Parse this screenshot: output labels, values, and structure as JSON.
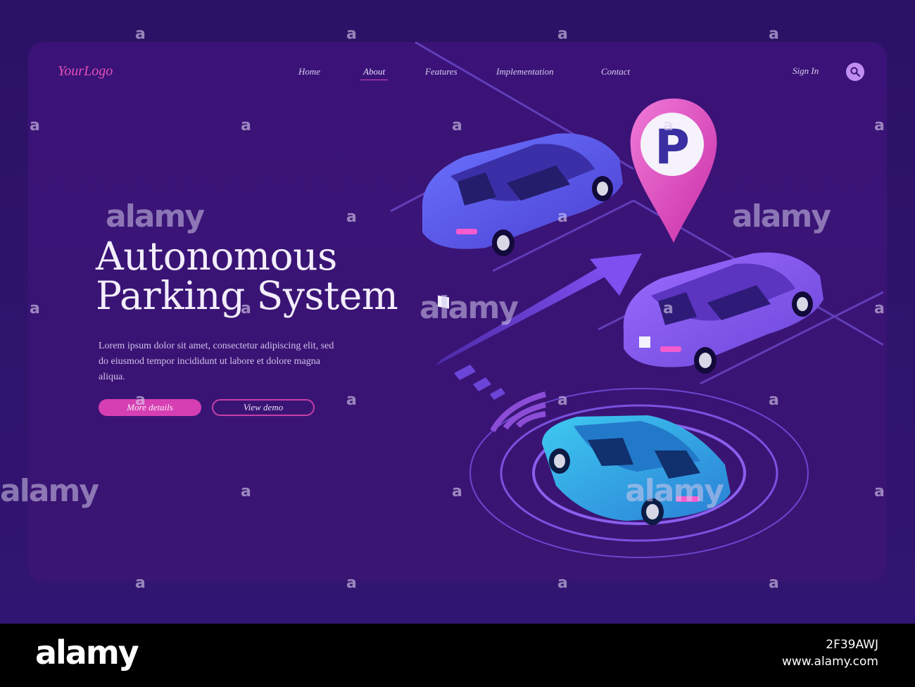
{
  "brand": {
    "logo": "YourLogo"
  },
  "nav": {
    "items": [
      {
        "label": "Home"
      },
      {
        "label": "About"
      },
      {
        "label": "Features"
      },
      {
        "label": "Implementation"
      },
      {
        "label": "Contact"
      }
    ],
    "active": "About",
    "sign_in": "Sign In",
    "search_icon": "search-icon"
  },
  "hero": {
    "title_line1": "Autonomous",
    "title_line2": "Parking System",
    "description": "Lorem ipsum dolor sit amet, consectetur adipiscing elit, sed do eiusmod tempor incididunt ut labore et dolore magna aliqua.",
    "primary_button": "More details",
    "secondary_button": "View demo"
  },
  "illustration": {
    "parking_sign": "P",
    "colors": {
      "accent": "#d63fb3",
      "background": "#3a1474",
      "pin": "#e04fc0",
      "car_blue": "#4f5de0",
      "car_purple": "#7d52e6",
      "car_cyan": "#2fa7e0"
    }
  },
  "watermark": {
    "word": "alamy",
    "letter": "a",
    "image_id": "2F39AWJ",
    "url": "www.alamy.com"
  }
}
